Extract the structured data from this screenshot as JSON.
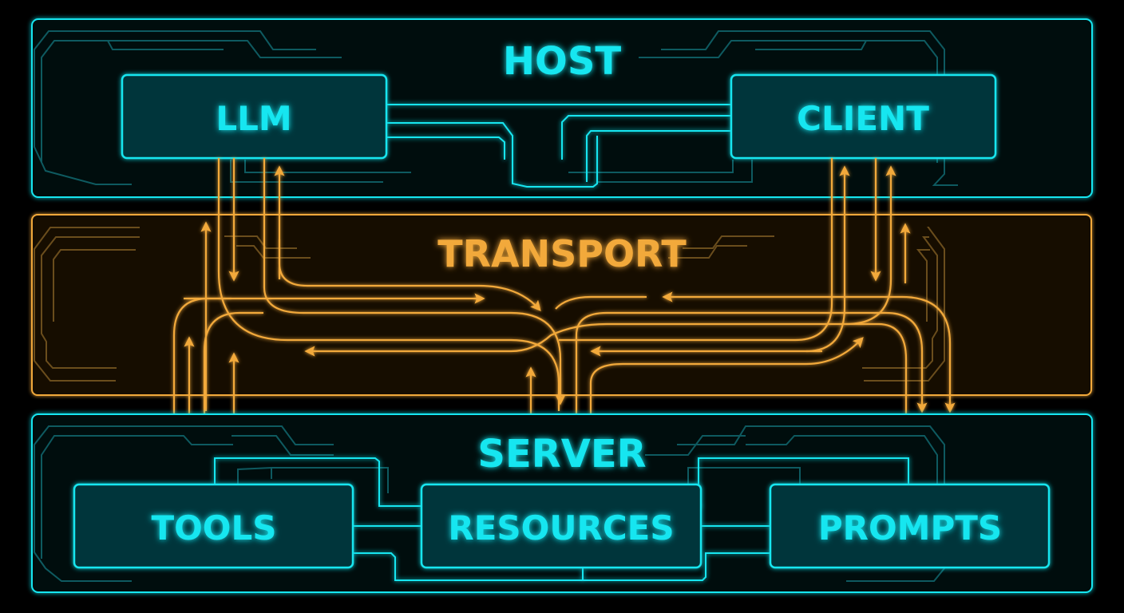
{
  "colors": {
    "background": "#000000",
    "cyan": "#19e6f0",
    "cyan_dim": "#0e5a60",
    "box_fill": "#04353a",
    "amber": "#f2a93b",
    "amber_dim": "#6a4d1c",
    "transport_fill": "#140e04"
  },
  "host": {
    "title": "HOST",
    "components": [
      {
        "label": "LLM"
      },
      {
        "label": "CLIENT"
      }
    ]
  },
  "transport": {
    "title": "TRANSPORT"
  },
  "server": {
    "title": "SERVER",
    "components": [
      {
        "label": "TOOLS"
      },
      {
        "label": "RESOURCES"
      },
      {
        "label": "PROMPTS"
      }
    ]
  }
}
